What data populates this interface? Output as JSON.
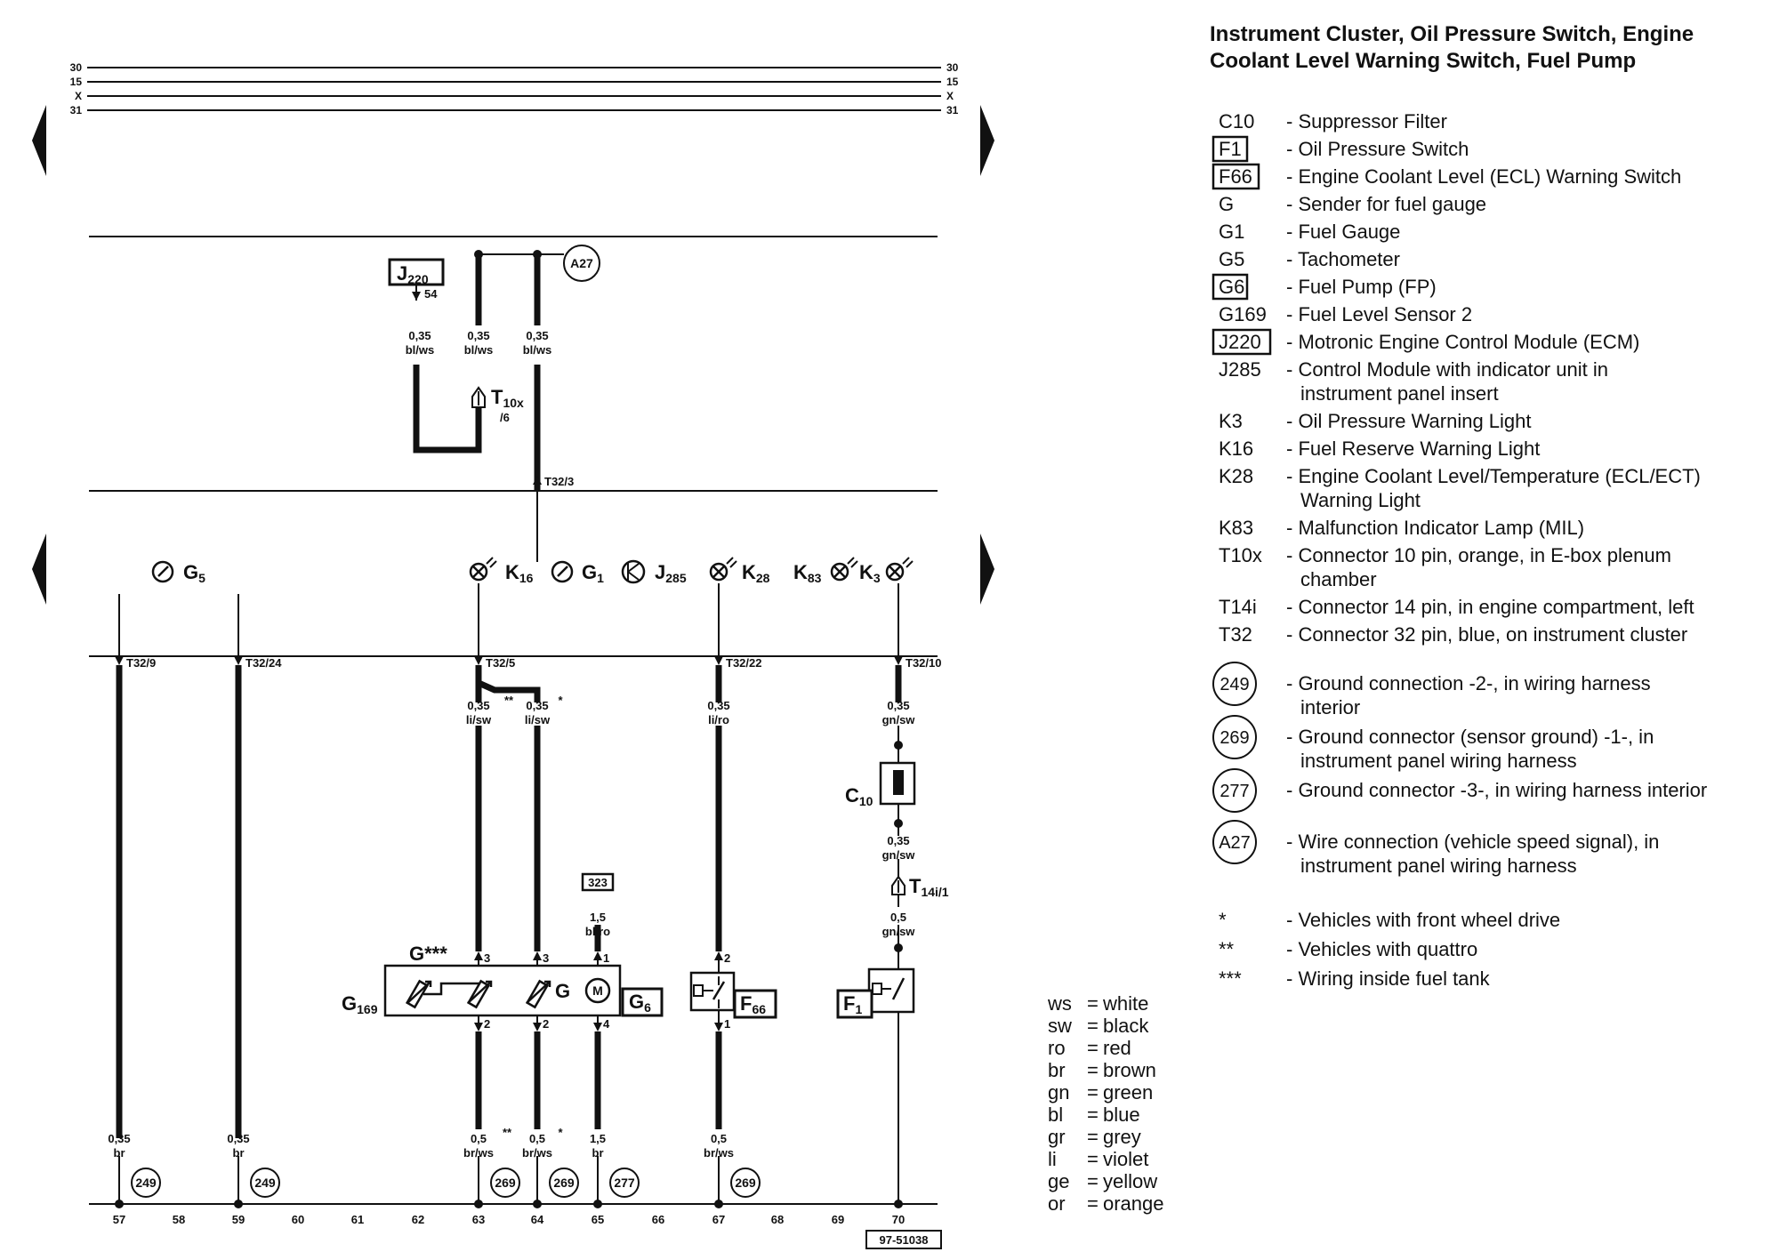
{
  "title_lines": [
    "Instrument Cluster, Oil Pressure Switch, Engine",
    "Coolant Level Warning Switch, Fuel Pump"
  ],
  "bus_labels": [
    "30",
    "15",
    "X",
    "31"
  ],
  "legend": [
    {
      "code": "C10",
      "boxed": false,
      "lines": [
        "- Suppressor Filter"
      ]
    },
    {
      "code": "F1",
      "boxed": true,
      "lines": [
        "- Oil Pressure Switch"
      ]
    },
    {
      "code": "F66",
      "boxed": true,
      "lines": [
        "- Engine Coolant Level (ECL) Warning Switch"
      ]
    },
    {
      "code": "G",
      "boxed": false,
      "lines": [
        "- Sender for fuel gauge"
      ]
    },
    {
      "code": "G1",
      "boxed": false,
      "lines": [
        "- Fuel Gauge"
      ]
    },
    {
      "code": "G5",
      "boxed": false,
      "lines": [
        "- Tachometer"
      ]
    },
    {
      "code": "G6",
      "boxed": true,
      "lines": [
        "- Fuel Pump (FP)"
      ]
    },
    {
      "code": "G169",
      "boxed": false,
      "lines": [
        "- Fuel Level Sensor 2"
      ]
    },
    {
      "code": "J220",
      "boxed": true,
      "lines": [
        "- Motronic Engine Control Module (ECM)"
      ]
    },
    {
      "code": "J285",
      "boxed": false,
      "lines": [
        "- Control Module with indicator unit in",
        "instrument panel insert"
      ]
    },
    {
      "code": "K3",
      "boxed": false,
      "lines": [
        "- Oil Pressure Warning Light"
      ]
    },
    {
      "code": "K16",
      "boxed": false,
      "lines": [
        "- Fuel Reserve Warning Light"
      ]
    },
    {
      "code": "K28",
      "boxed": false,
      "lines": [
        "- Engine Coolant Level/Temperature (ECL/ECT)",
        "Warning Light"
      ]
    },
    {
      "code": "K83",
      "boxed": false,
      "lines": [
        "- Malfunction Indicator Lamp (MIL)"
      ]
    },
    {
      "code": "T10x",
      "boxed": false,
      "lines": [
        "- Connector 10 pin, orange, in E-box plenum",
        "chamber"
      ]
    },
    {
      "code": "T14i",
      "boxed": false,
      "lines": [
        "- Connector 14 pin, in engine compartment, left"
      ]
    },
    {
      "code": "T32",
      "boxed": false,
      "lines": [
        "- Connector 32 pin, blue, on instrument cluster"
      ]
    }
  ],
  "ground_legend": [
    {
      "code": "249",
      "lines": [
        "- Ground connection -2-, in wiring harness",
        "interior"
      ]
    },
    {
      "code": "269",
      "lines": [
        "- Ground connector (sensor ground) -1-, in",
        "instrument panel wiring harness"
      ]
    },
    {
      "code": "277",
      "lines": [
        "- Ground connector -3-, in wiring harness interior"
      ]
    },
    {
      "code": "A27",
      "lines": [
        "- Wire connection (vehicle speed signal), in",
        "instrument panel wiring harness"
      ]
    }
  ],
  "notes": [
    {
      "mark": "*",
      "text": "- Vehicles with front wheel drive"
    },
    {
      "mark": "**",
      "text": "- Vehicles with quattro"
    },
    {
      "mark": "***",
      "text": "- Wiring inside fuel tank"
    }
  ],
  "color_codes": [
    {
      "abbr": "ws",
      "name": "white"
    },
    {
      "abbr": "sw",
      "name": "black"
    },
    {
      "abbr": "ro",
      "name": "red"
    },
    {
      "abbr": "br",
      "name": "brown"
    },
    {
      "abbr": "gn",
      "name": "green"
    },
    {
      "abbr": "bl",
      "name": "blue"
    },
    {
      "abbr": "gr",
      "name": "grey"
    },
    {
      "abbr": "li",
      "name": "violet"
    },
    {
      "abbr": "ge",
      "name": "yellow"
    },
    {
      "abbr": "or",
      "name": "orange"
    }
  ],
  "track_numbers": [
    "57",
    "58",
    "59",
    "60",
    "61",
    "62",
    "63",
    "64",
    "65",
    "66",
    "67",
    "68",
    "69",
    "70"
  ],
  "drawing_number": "97-51038",
  "upper": {
    "j220": {
      "name": "J",
      "sub": "220",
      "pin": "54"
    },
    "a27": "A27",
    "wire_sizes": [
      "0,35",
      "0,35",
      "0,35"
    ],
    "wire_colors": [
      "bl/ws",
      "bl/ws",
      "bl/ws"
    ],
    "t10x": {
      "name": "T",
      "sub": "10x",
      "pin": "/6"
    },
    "t32_3": "T32/3"
  },
  "indicators": {
    "g5": {
      "name": "G",
      "sub": "5"
    },
    "k16": {
      "name": "K",
      "sub": "16"
    },
    "g1": {
      "name": "G",
      "sub": "1"
    },
    "j285": {
      "name": "J",
      "sub": "285"
    },
    "k28": {
      "name": "K",
      "sub": "28"
    },
    "k83": {
      "name": "K",
      "sub": "83"
    },
    "k3": {
      "name": "K",
      "sub": "3"
    }
  },
  "connectors": [
    "T32/9",
    "T32/24",
    "T32/5",
    "T32/22",
    "T32/10"
  ],
  "wires": {
    "w57": {
      "size": "0,35",
      "color": "br",
      "ground": "249"
    },
    "w59": {
      "size": "0,35",
      "color": "br",
      "ground": "249"
    },
    "w63_top": {
      "size": "0,35",
      "color": "li/sw",
      "mark": "**"
    },
    "w64_top": {
      "size": "0,35",
      "color": "li/sw",
      "mark": "*"
    },
    "w63_bot": {
      "size": "0,5",
      "color": "br/ws",
      "mark": "**",
      "ground": "269"
    },
    "w64_bot": {
      "size": "0,5",
      "color": "br/ws",
      "mark": "*",
      "ground": "269"
    },
    "w65_top": {
      "size": "1,5",
      "color": "bl/ro",
      "fuse": "323"
    },
    "w65_bot": {
      "size": "1,5",
      "color": "br",
      "ground": "277"
    },
    "w67_top": {
      "size": "0,35",
      "color": "li/ro"
    },
    "w67_bot": {
      "size": "0,5",
      "color": "br/ws",
      "ground": "269"
    },
    "w70_a": {
      "size": "0,35",
      "color": "gn/sw"
    },
    "w70_b": {
      "size": "0,35",
      "color": "gn/sw"
    },
    "w70_c": {
      "size": "0,5",
      "color": "gn/sw"
    }
  },
  "components": {
    "g_stars": "G***",
    "g169": {
      "name": "G",
      "sub": "169"
    },
    "g": "G",
    "g6": {
      "name": "G",
      "sub": "6"
    },
    "f66": {
      "name": "F",
      "sub": "66"
    },
    "f1": {
      "name": "F",
      "sub": "1"
    },
    "c10": {
      "name": "C",
      "sub": "10"
    },
    "t14i": {
      "name": "T",
      "sub": "14i/1"
    },
    "pins": {
      "g169_top": "3",
      "g_top": "3",
      "m_top": "1",
      "f66_top": "2",
      "g169_bot": "2",
      "g_bot": "2",
      "m_bot": "4",
      "f66_bot": "1"
    }
  }
}
